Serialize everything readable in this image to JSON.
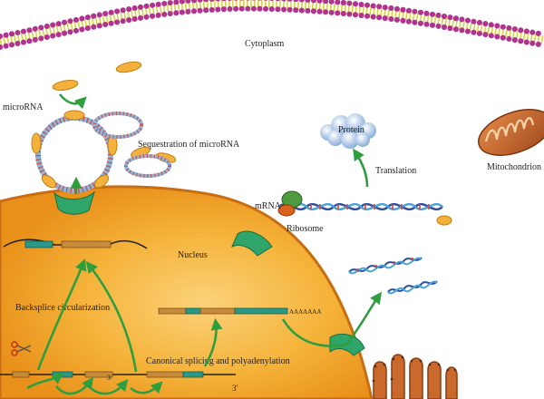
{
  "labels": {
    "cytoplasm": "Cytoplasm",
    "microrna": "microRNA",
    "sequestration": "Sequestration of microRNA",
    "protein": "Protein",
    "translation": "Translation",
    "mitochondrion": "Mitochondrion",
    "mrna": "mRNA",
    "ribosome": "Ribosome",
    "nucleus": "Nucleus",
    "backsplice": "Backsplice circularization",
    "canonical": "Canonical splicing and polyadenylation",
    "polya": "AAAAAAA",
    "three_prime": "3′",
    "exon_three": "3"
  },
  "colors": {
    "nucleus": "#f2a21e",
    "membrane_head": "#b0338f",
    "membrane_tail": "#d8d24a",
    "arrow": "#2e9e3e",
    "exon_green": "#2a9a86",
    "exon_orange": "#c98a3a",
    "microrna": "#f4b23c",
    "protein": "#a9c4e6",
    "mitochondrion": "#c9692b",
    "ribosome_large": "#4e9a3f",
    "ribosome_small": "#d9621c"
  }
}
